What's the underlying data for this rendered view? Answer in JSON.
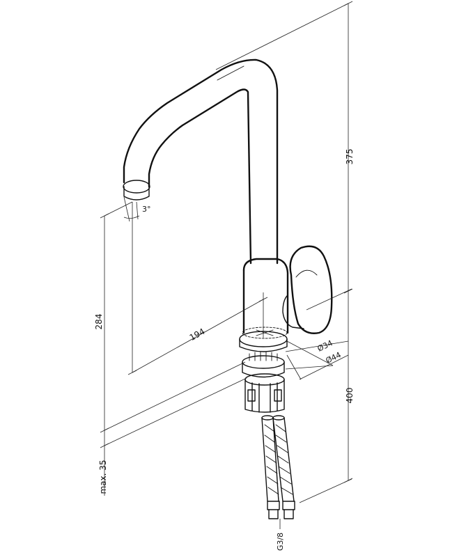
{
  "drawing": {
    "dimensions": {
      "total_height": "375",
      "spout_height": "284",
      "spout_reach": "194",
      "body_diameter_inner": "Ø34",
      "body_diameter_outer": "Ø44",
      "hose_length": "400",
      "counter_thickness": "max. 35",
      "spout_angle": "3°",
      "connection_thread": "G3/8"
    },
    "colors": {
      "line": "#111111",
      "background": "#ffffff"
    }
  }
}
